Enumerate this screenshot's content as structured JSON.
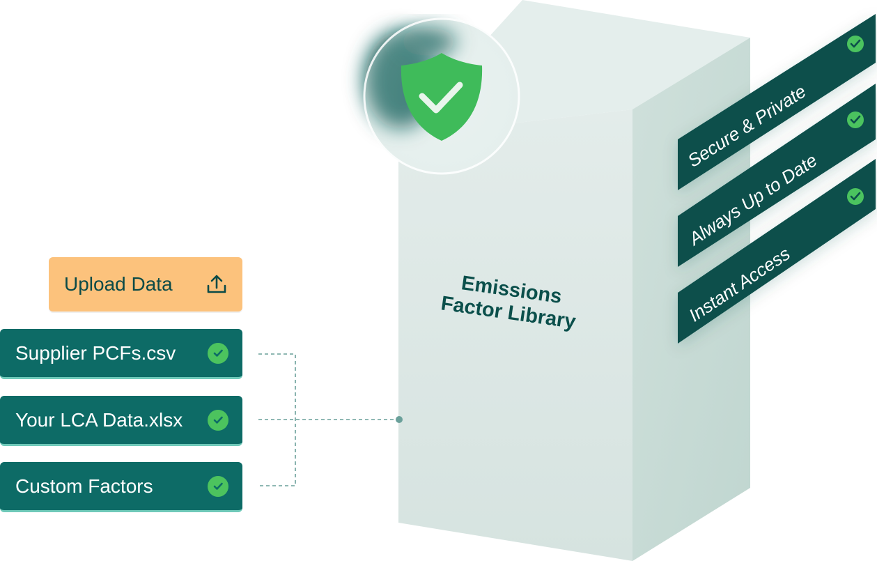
{
  "upload": {
    "label": "Upload Data",
    "icon": "upload-icon"
  },
  "files": [
    {
      "label": "Supplier PCFs.csv",
      "status_icon": "check-circle-icon"
    },
    {
      "label": "Your LCA Data.xlsx",
      "status_icon": "check-circle-icon"
    },
    {
      "label": "Custom Factors",
      "status_icon": "check-circle-icon"
    }
  ],
  "library": {
    "title_line1": "Emissions",
    "title_line2": "Factor Library",
    "badge_icon": "shield-check-icon"
  },
  "features": [
    {
      "label": "Secure & Private",
      "status_icon": "check-circle-icon"
    },
    {
      "label": "Always Up to Date",
      "status_icon": "check-circle-icon"
    },
    {
      "label": "Instant Access",
      "status_icon": "check-circle-icon"
    }
  ],
  "colors": {
    "teal_dark": "#0b4f4b",
    "teal": "#0d6b66",
    "orange": "#fcc27c",
    "green_check": "#4cc35e",
    "box_front": "#d9e6e3",
    "box_top": "#e6efed",
    "box_side": "#cbdcd7"
  }
}
